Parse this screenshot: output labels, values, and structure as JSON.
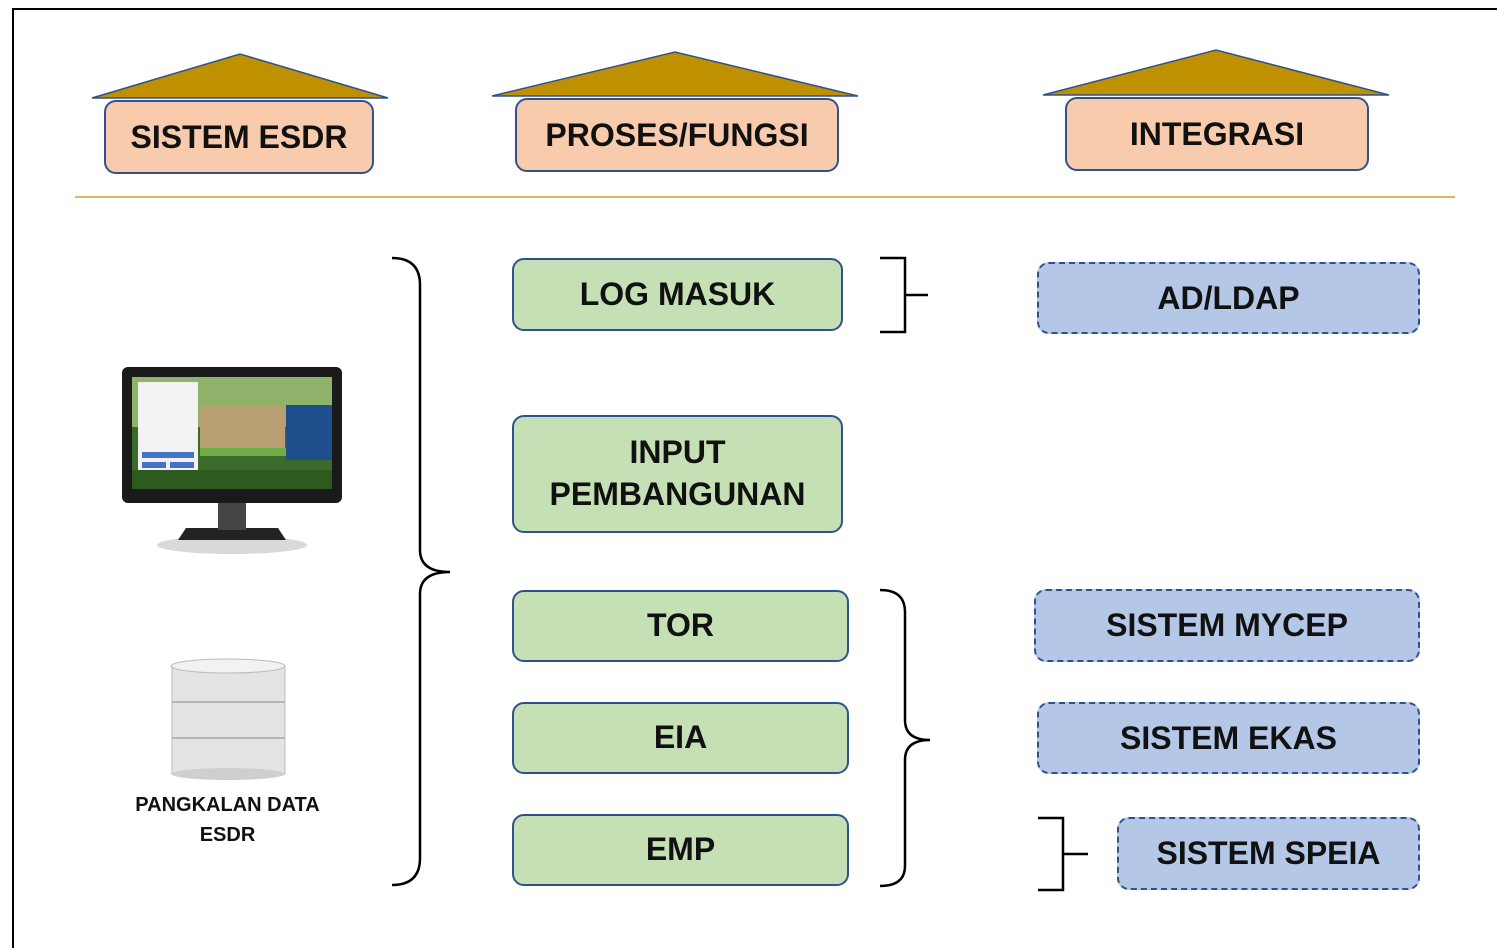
{
  "columns": {
    "sistem": "SISTEM ESDR",
    "proses": "PROSES/FUNGSI",
    "integrasi": "INTEGRASI"
  },
  "processes": {
    "log_masuk": "LOG MASUK",
    "input_line1": "INPUT",
    "input_line2": "PEMBANGUNAN",
    "tor": "TOR",
    "eia": "EIA",
    "emp": "EMP"
  },
  "integrations": {
    "ad_ldap": "AD/LDAP",
    "mycep": "SISTEM MYCEP",
    "ekas": "SISTEM EKAS",
    "speia": "SISTEM SPEIA"
  },
  "database": {
    "line1": "PANGKALAN DATA",
    "line2": "ESDR"
  },
  "colors": {
    "roof": "#bf9000",
    "header_fill": "#f8cbad",
    "process_fill": "#c5e0b4",
    "integration_fill": "#b4c7e7",
    "border": "#2f528f",
    "divider": "#c9a227"
  },
  "icons": [
    "monitor-icon",
    "database-icon"
  ]
}
